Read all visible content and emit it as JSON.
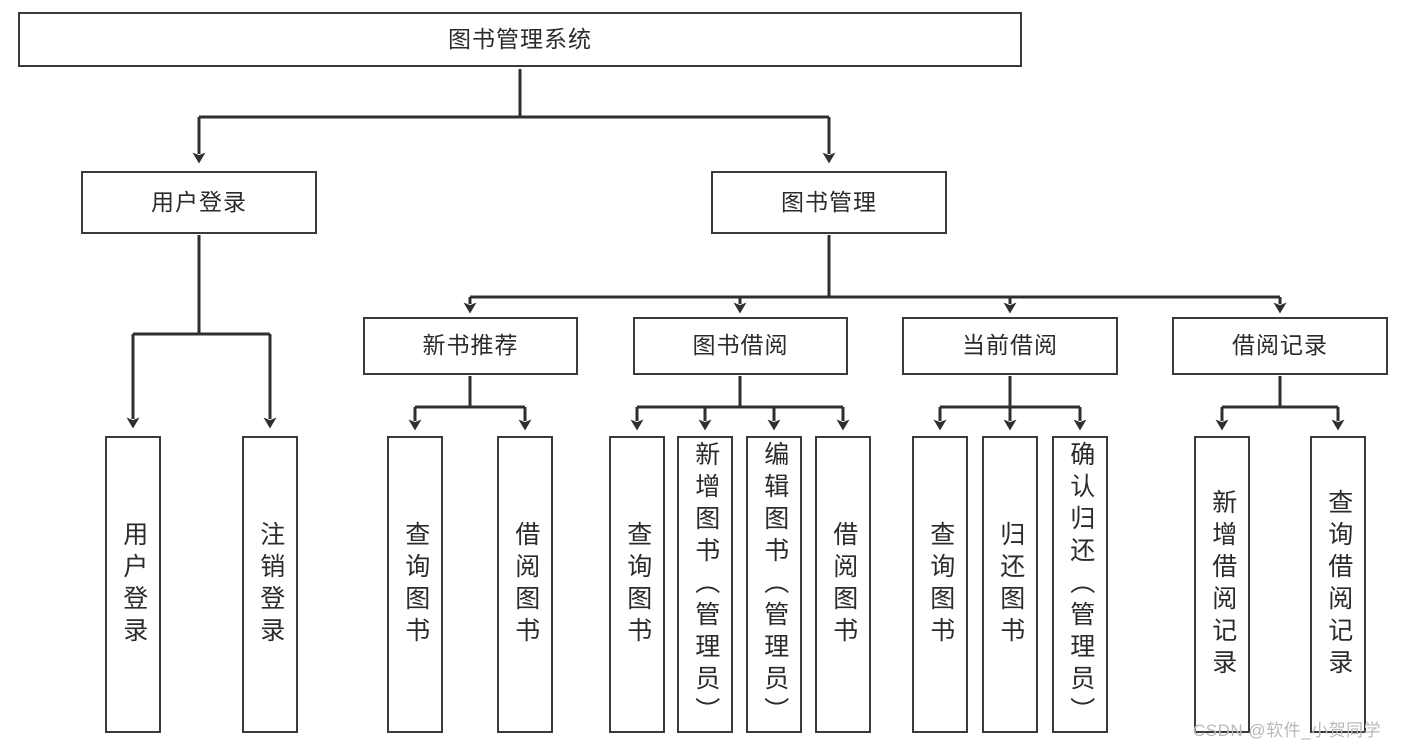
{
  "diagram": {
    "type": "tree-hierarchy",
    "title": "图书管理系统",
    "watermark": "CSDN @软件_小贺同学",
    "colors": {
      "box_stroke": "#3a3a3a",
      "box_fill": "#ffffff",
      "connector": "#2f2f2f",
      "text": "#2b2b2b",
      "watermark": "#b9b9b9",
      "background": "#ffffff"
    },
    "nodes": {
      "root": {
        "label": "图书管理系统"
      },
      "level2": [
        {
          "id": "user-login",
          "label": "用户登录"
        },
        {
          "id": "book-manage",
          "label": "图书管理"
        }
      ],
      "level3": [
        {
          "id": "new-book-rec",
          "label": "新书推荐"
        },
        {
          "id": "book-borrow",
          "label": "图书借阅"
        },
        {
          "id": "current-borrow",
          "label": "当前借阅"
        },
        {
          "id": "borrow-record",
          "label": "借阅记录"
        }
      ],
      "leaves": {
        "user-login": [
          {
            "id": "leaf-user-login",
            "label": "用户登录"
          },
          {
            "id": "leaf-user-logout",
            "label": "注销登录"
          }
        ],
        "new-book-rec": [
          {
            "id": "leaf-query-book-1",
            "label": "查询图书"
          },
          {
            "id": "leaf-borrow-book-1",
            "label": "借阅图书"
          }
        ],
        "book-borrow": [
          {
            "id": "leaf-query-book-2",
            "label": "查询图书"
          },
          {
            "id": "leaf-add-book",
            "label": "新增图书（管理员）"
          },
          {
            "id": "leaf-edit-book",
            "label": "编辑图书（管理员）"
          },
          {
            "id": "leaf-borrow-book-2",
            "label": "借阅图书"
          }
        ],
        "current-borrow": [
          {
            "id": "leaf-query-book-3",
            "label": "查询图书"
          },
          {
            "id": "leaf-return-book",
            "label": "归还图书"
          },
          {
            "id": "leaf-confirm-return",
            "label": "确认归还（管理员）"
          }
        ],
        "borrow-record": [
          {
            "id": "leaf-add-record",
            "label": "新增借阅记录"
          },
          {
            "id": "leaf-query-record",
            "label": "查询借阅记录"
          }
        ]
      }
    }
  }
}
